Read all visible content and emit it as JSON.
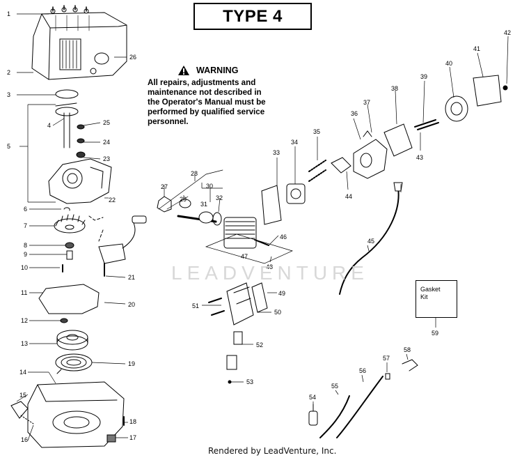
{
  "header": {
    "title": "TYPE 4"
  },
  "warning": {
    "title": "WARNING",
    "lines": [
      "All repairs, adjustments and",
      "maintenance not described in",
      "the Operator's Manual must be",
      "performed by qualified service",
      "personnel."
    ]
  },
  "gasket_kit": {
    "line1": "Gasket",
    "line2": "Kit"
  },
  "watermark": "LEADVENTURE",
  "footer": "Rendered by LeadVenture, Inc.",
  "callouts": [
    "1",
    "2",
    "3",
    "4",
    "5",
    "6",
    "7",
    "8",
    "9",
    "10",
    "11",
    "12",
    "13",
    "14",
    "15",
    "16",
    "17",
    "18",
    "19",
    "20",
    "21",
    "22",
    "23",
    "24",
    "25",
    "26",
    "27",
    "28",
    "29",
    "30",
    "31",
    "32",
    "33",
    "34",
    "35",
    "36",
    "37",
    "38",
    "39",
    "40",
    "41",
    "42",
    "43",
    "44",
    "45",
    "46",
    "47",
    "48",
    "49",
    "50",
    "51",
    "52",
    "53",
    "54",
    "55",
    "56",
    "57",
    "58",
    "59"
  ],
  "icons": {
    "warning": "warning-triangle-icon"
  }
}
